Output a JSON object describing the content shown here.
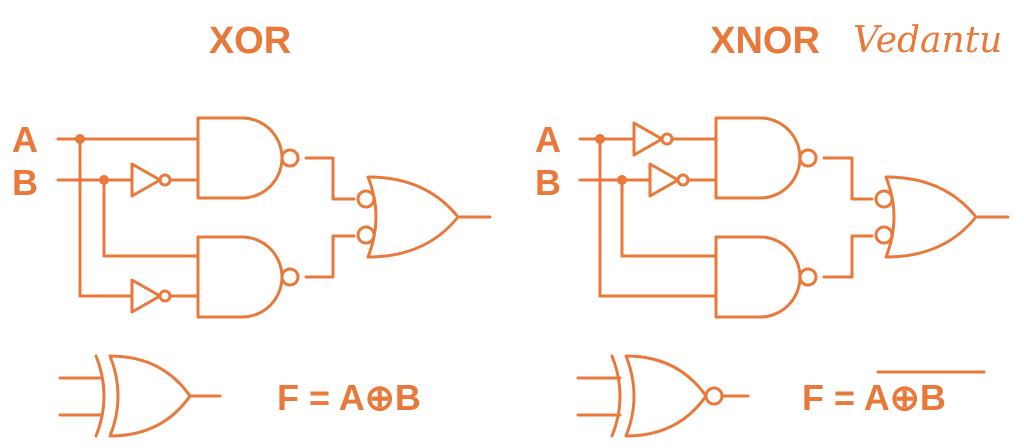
{
  "colors": {
    "stroke": "#e8793a",
    "background": "#ffffff"
  },
  "brand": {
    "logo_text": "Vedantu"
  },
  "xor": {
    "title": "XOR",
    "input_a": "A",
    "input_b": "B",
    "formula_lhs": "F = ",
    "formula_rhs": "A⊕B"
  },
  "xnor": {
    "title": "XNOR",
    "input_a": "A",
    "input_b": "B",
    "formula_lhs": "F = ",
    "formula_rhs": "A⊕B"
  }
}
